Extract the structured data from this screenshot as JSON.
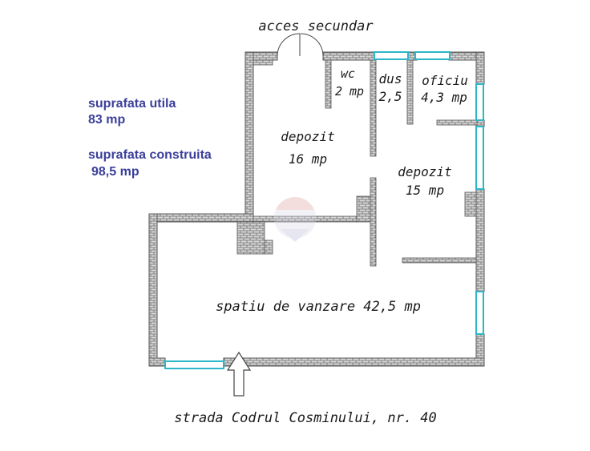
{
  "labels": {
    "entrance_secondary": "acces secundar",
    "wc_name": "wc",
    "wc_area": "2 mp",
    "shower_name": "dus",
    "shower_area": "2,5",
    "office_name": "oficiu",
    "office_area": "4,3 mp",
    "storage1_name": "depozit",
    "storage1_area": "16 mp",
    "storage2_name": "depozit",
    "storage2_area": "15 mp",
    "sales_space": "spatiu de vanzare 42,5 mp",
    "street": "strada Codrul Cosminului, nr. 40"
  },
  "summary": {
    "useful_label": "suprafata utila",
    "useful_value": "83 mp",
    "built_label": "suprafata construita",
    "built_value": "98,5 mp"
  },
  "colors": {
    "wall_fill": "#d8d8d8",
    "wall_stroke": "#6b6b6b",
    "window": "#2ab7c9",
    "summary_text": "#3b3f9a",
    "plan_text": "#1a1a1a"
  }
}
